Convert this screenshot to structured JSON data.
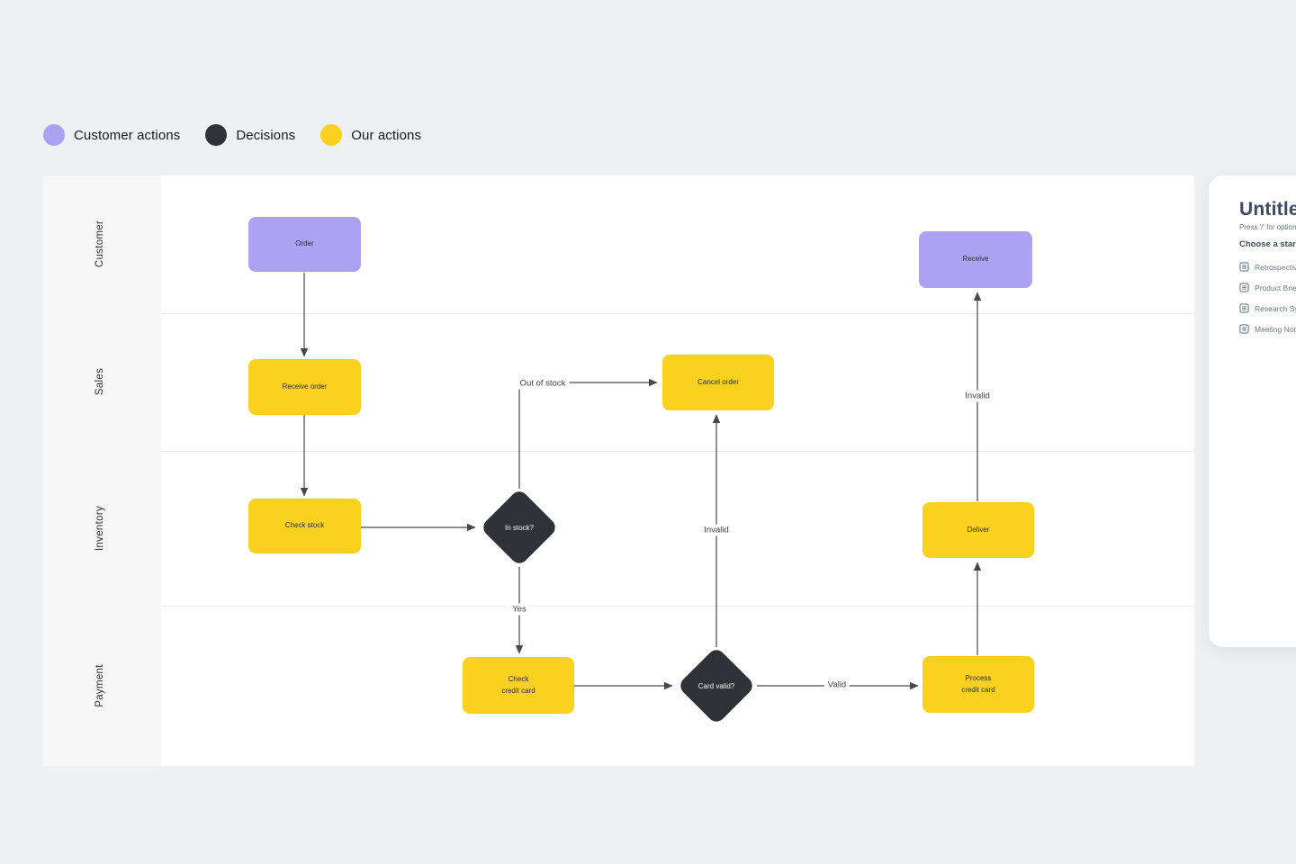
{
  "legend": {
    "items": [
      {
        "label": "Customer actions",
        "color": "#ABA3F1"
      },
      {
        "label": "Decisions",
        "color": "#2F3337"
      },
      {
        "label": "Our actions",
        "color": "#FBD120"
      }
    ]
  },
  "swimlanes": [
    "Customer",
    "Sales",
    "Inventory",
    "Payment"
  ],
  "nodes": {
    "order": {
      "label": "Order",
      "type": "customer"
    },
    "receive_order": {
      "label": "Receive order",
      "type": "action"
    },
    "check_stock": {
      "label": "Check stock",
      "type": "action"
    },
    "in_stock": {
      "label": "In stock?",
      "type": "decision"
    },
    "cancel_order": {
      "label": "Cancel order",
      "type": "action"
    },
    "check_credit_card": {
      "label": "Check\ncredit card",
      "type": "action"
    },
    "card_valid": {
      "label": "Card valid?",
      "type": "decision"
    },
    "process_credit_card": {
      "label": "Process\ncredit card",
      "type": "action"
    },
    "deliver": {
      "label": "Deliver",
      "type": "action"
    },
    "receive": {
      "label": "Receive",
      "type": "customer"
    }
  },
  "edge_labels": {
    "out_of_stock": "Out of stock",
    "yes": "Yes",
    "invalid_card": "Invalid",
    "valid": "Valid",
    "invalid_deliver": "Invalid"
  },
  "panel": {
    "title": "Untitled",
    "hint": "Press '/' for options o",
    "section": "Choose a starting",
    "templates": [
      {
        "label": "Retrospective S"
      },
      {
        "label": "Product Brief"
      },
      {
        "label": "Research Synth"
      },
      {
        "label": "Meeting Notes"
      }
    ]
  },
  "colors": {
    "canvas_background": "#EFF0F1",
    "board_background": "#FFFFFF",
    "lane_rail": "#F7F7F8",
    "connector": "#45484C",
    "customer_action_fill": "#ABA3F1",
    "decision_fill": "#2F3337",
    "our_action_fill": "#FBD120"
  }
}
